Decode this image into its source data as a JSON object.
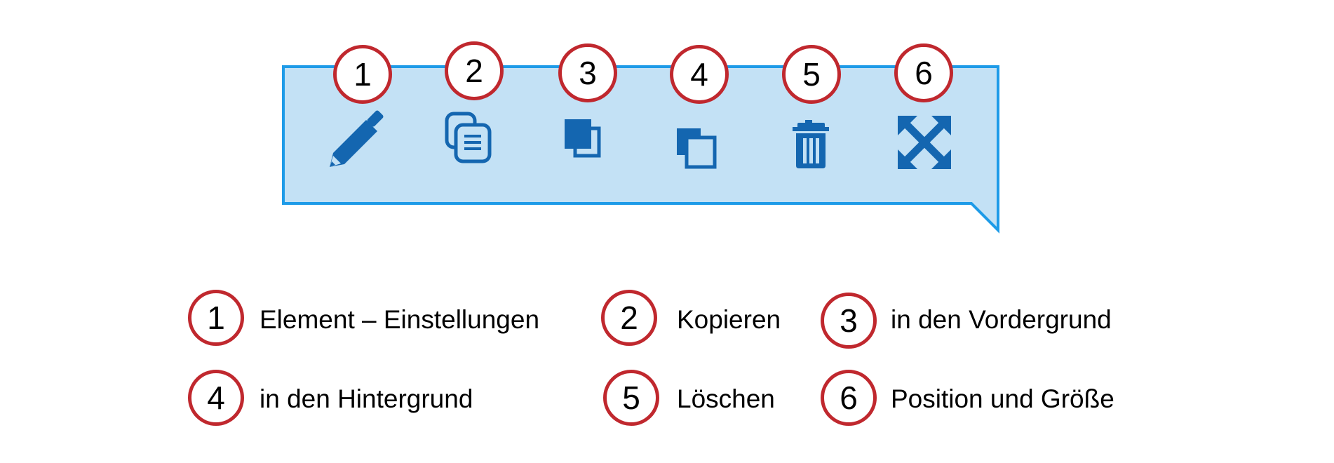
{
  "toolbar": {
    "background_color": "#c3e1f5",
    "border_color": "#1e9be8",
    "icon_color": "#1466b0",
    "badge_color": "#c0282e",
    "buttons": [
      {
        "number": "1",
        "icon": "pencil-icon"
      },
      {
        "number": "2",
        "icon": "copy-icon"
      },
      {
        "number": "3",
        "icon": "bring-to-front-icon"
      },
      {
        "number": "4",
        "icon": "send-to-back-icon"
      },
      {
        "number": "5",
        "icon": "trash-icon"
      },
      {
        "number": "6",
        "icon": "resize-arrows-icon"
      }
    ]
  },
  "legend": [
    {
      "number": "1",
      "label": "Element – Einstellungen"
    },
    {
      "number": "2",
      "label": "Kopieren"
    },
    {
      "number": "3",
      "label": "in den Vordergrund"
    },
    {
      "number": "4",
      "label": "in den Hintergrund"
    },
    {
      "number": "5",
      "label": "Löschen"
    },
    {
      "number": "6",
      "label": "Position und Größe"
    }
  ]
}
